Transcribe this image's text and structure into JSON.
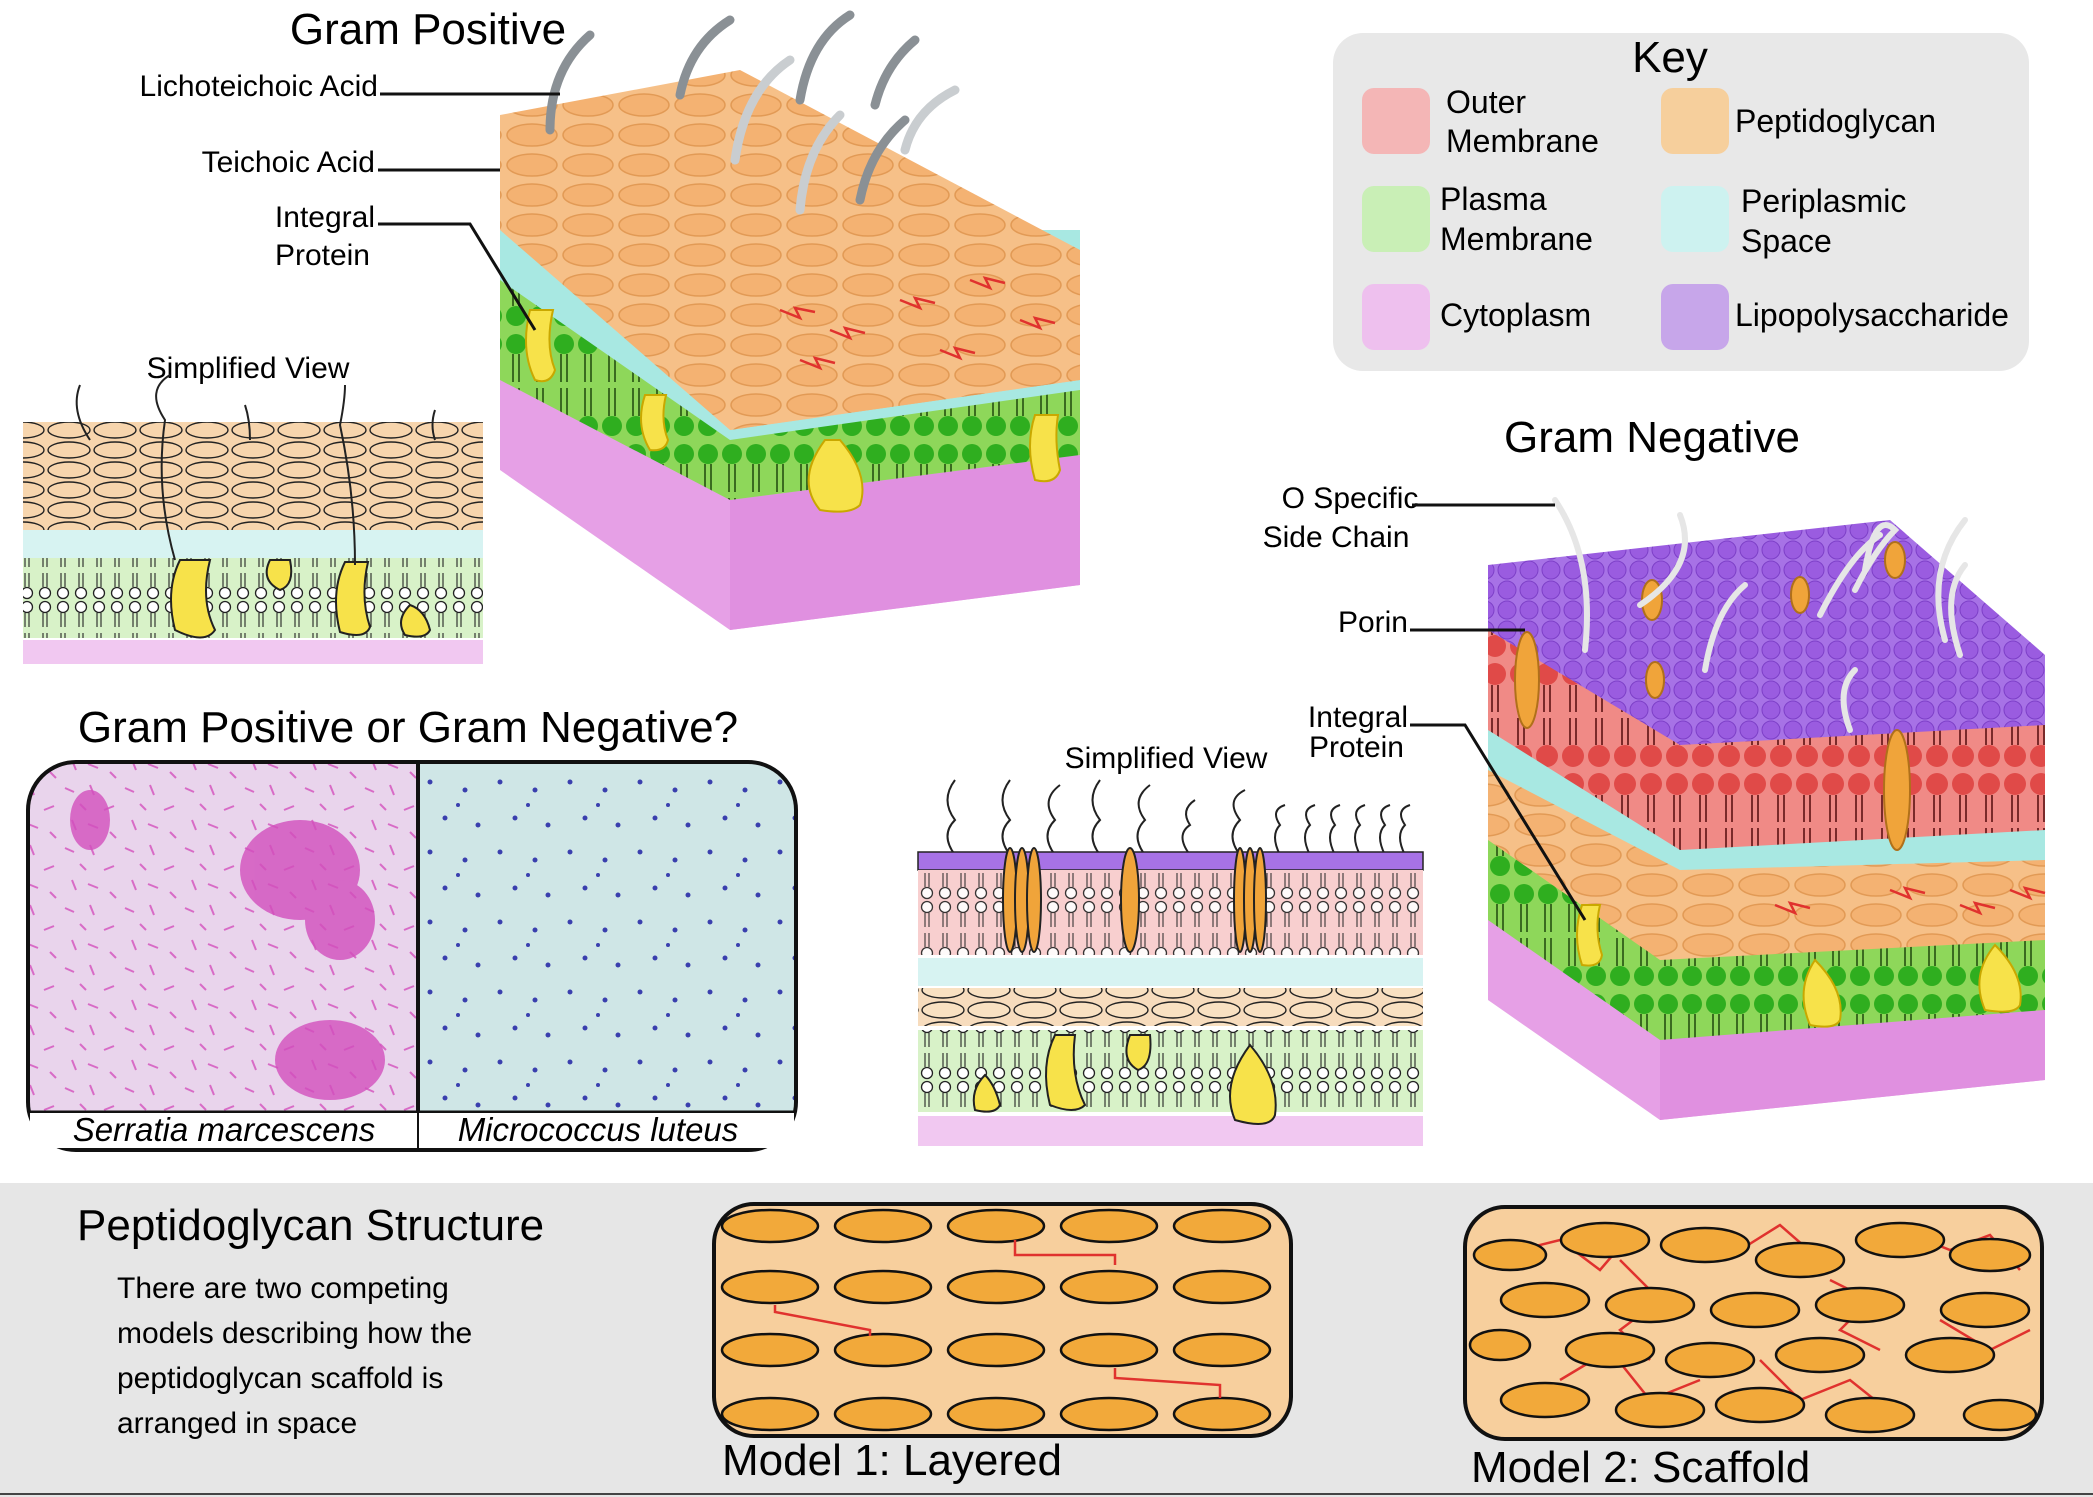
{
  "gram_positive": {
    "title": "Gram Positive",
    "labels": {
      "lipoteichoic": "Lichoteichoic Acid",
      "teichoic": "Teichoic Acid",
      "integral_1": "Integral",
      "integral_2": "Protein"
    },
    "simplified_title": "Simplified View"
  },
  "gram_negative": {
    "title": "Gram Negative",
    "labels": {
      "o_specific_1": "O Specific",
      "o_specific_2": "Side Chain",
      "porin": "Porin",
      "integral_1": "Integral",
      "integral_2": "Protein"
    },
    "simplified_title": "Simplified View"
  },
  "key": {
    "title": "Key",
    "items": [
      {
        "line1": "Outer",
        "line2": "Membrane",
        "color": "#f4b6b6"
      },
      {
        "line1": "Peptidoglycan",
        "line2": "",
        "color": "#f6cf9c"
      },
      {
        "line1": "Plasma",
        "line2": "Membrane",
        "color": "#c9efb6"
      },
      {
        "line1": "Periplasmic",
        "line2": "Space",
        "color": "#cdf2f0"
      },
      {
        "line1": "Cytoplasm",
        "line2": "",
        "color": "#eec0ee"
      },
      {
        "line1": "Lipopolysaccharide",
        "line2": "",
        "color": "#c7a6ea"
      }
    ]
  },
  "question": {
    "title": "Gram Positive or Gram Negative?",
    "left_caption": "Serratia marcescens",
    "right_caption": "Micrococcus luteus"
  },
  "peptidoglycan": {
    "title": "Peptidoglycan Structure",
    "line1": "There are two competing",
    "line2": "models describing how the",
    "line3": "peptidoglycan scaffold is",
    "line4": "arranged in space",
    "model1": "Model 1: Layered",
    "model2": "Model 2: Scaffold"
  },
  "colors": {
    "outer_membrane": "#f4b6b6",
    "peptidoglycan": "#f6cf9c",
    "plasma_membrane": "#c9efb6",
    "periplasmic_space": "#cdf2f0",
    "cytoplasm": "#eec0ee",
    "lipopolysaccharide": "#c7a6ea",
    "glycan_strand": "#f1a640",
    "crosslink": "#e0322e",
    "lipid_head_green": "#3fbf2a",
    "lipid_head_red": "#e85050",
    "lipid_head_purple": "#9a5ce0",
    "protein_yellow": "#f7e24a",
    "porin_orange": "#f0a43a"
  }
}
